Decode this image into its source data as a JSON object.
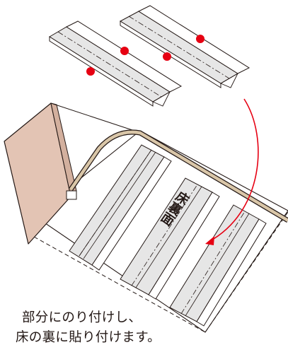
{
  "label": {
    "text": "床裏面"
  },
  "caption": {
    "lines": [
      "部分にのり付けし、",
      "床の裏に貼り付けます。"
    ]
  },
  "colors": {
    "outline": "#231815",
    "strip_fill": "#e6e6e6",
    "glue_dot": "#e60012",
    "arrow": "#e60012",
    "wall_fill": "#e3c4b4",
    "rail": "#c8b49a"
  },
  "parts": {
    "loose_strips": 2,
    "glue_dots": 4,
    "mounted_strips": 3
  }
}
